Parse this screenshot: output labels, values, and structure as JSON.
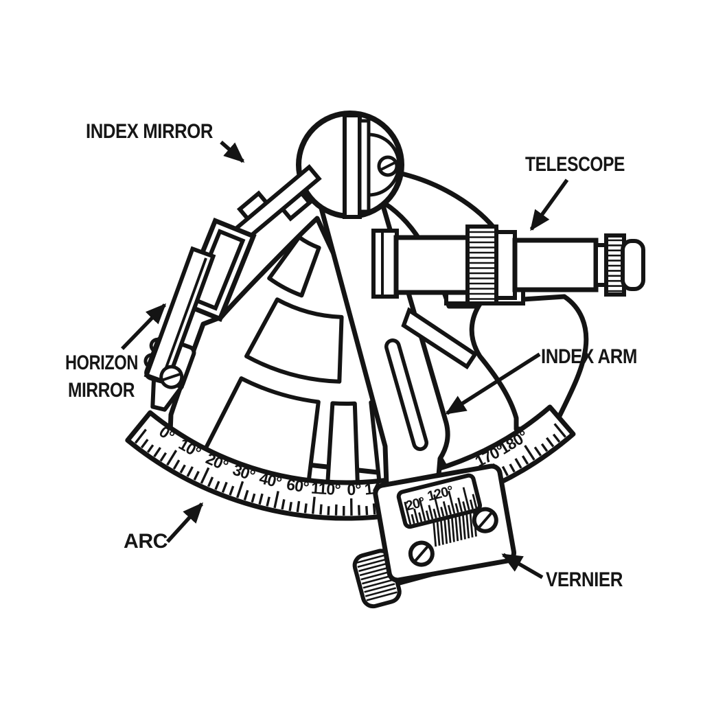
{
  "figure": {
    "subject": "sextant-diagram",
    "background_color": "#ffffff",
    "ink_color": "#141414"
  },
  "annotations": {
    "index_mirror": "INDEX MIRROR",
    "telescope": "TELESCOPE",
    "horizon_mirror": [
      "HORIZON",
      "MIRROR"
    ],
    "index_arm": "INDEX ARM",
    "arc": "ARC",
    "vernier": "VERNIER"
  },
  "arc_scale": {
    "labels": [
      {
        "text": "0°",
        "angle": 124.5
      },
      {
        "text": "10°",
        "angle": 119.6
      },
      {
        "text": "20°",
        "angle": 114.1
      },
      {
        "text": "30°",
        "angle": 108.9
      },
      {
        "text": "40°",
        "angle": 103.9
      },
      {
        "text": "60°",
        "angle": 98.9
      },
      {
        "text": "110°",
        "angle": 93.8
      },
      {
        "text": "0°",
        "angle": 88.7
      },
      {
        "text": "140°",
        "angle": 84.1
      },
      {
        "text": "170°",
        "angle": 63.3
      },
      {
        "text": "180°",
        "angle": 58.4
      }
    ]
  },
  "vernier_scale": {
    "labels": [
      "20°",
      "120°"
    ]
  }
}
